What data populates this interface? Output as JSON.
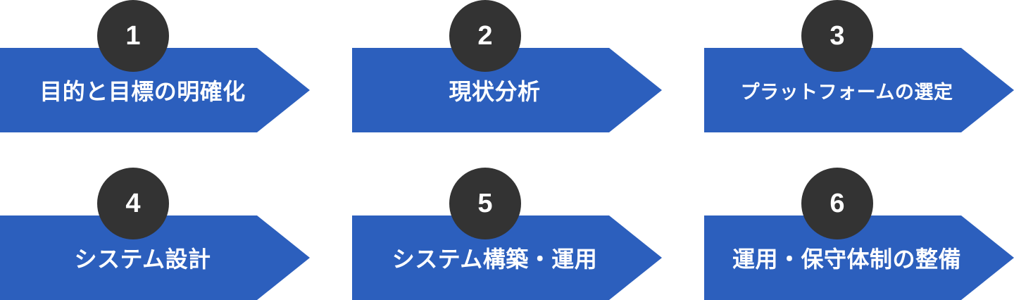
{
  "steps": [
    {
      "number": "1",
      "label": "目的と目標の明確化"
    },
    {
      "number": "2",
      "label": "現状分析"
    },
    {
      "number": "3",
      "label": "プラットフォームの選定"
    },
    {
      "number": "4",
      "label": "システム設計"
    },
    {
      "number": "5",
      "label": "システム構築・運用"
    },
    {
      "number": "6",
      "label": "運用・保守体制の整備"
    }
  ],
  "colors": {
    "arrow": "#2c5fbd",
    "badge": "#333333",
    "text": "#ffffff"
  }
}
